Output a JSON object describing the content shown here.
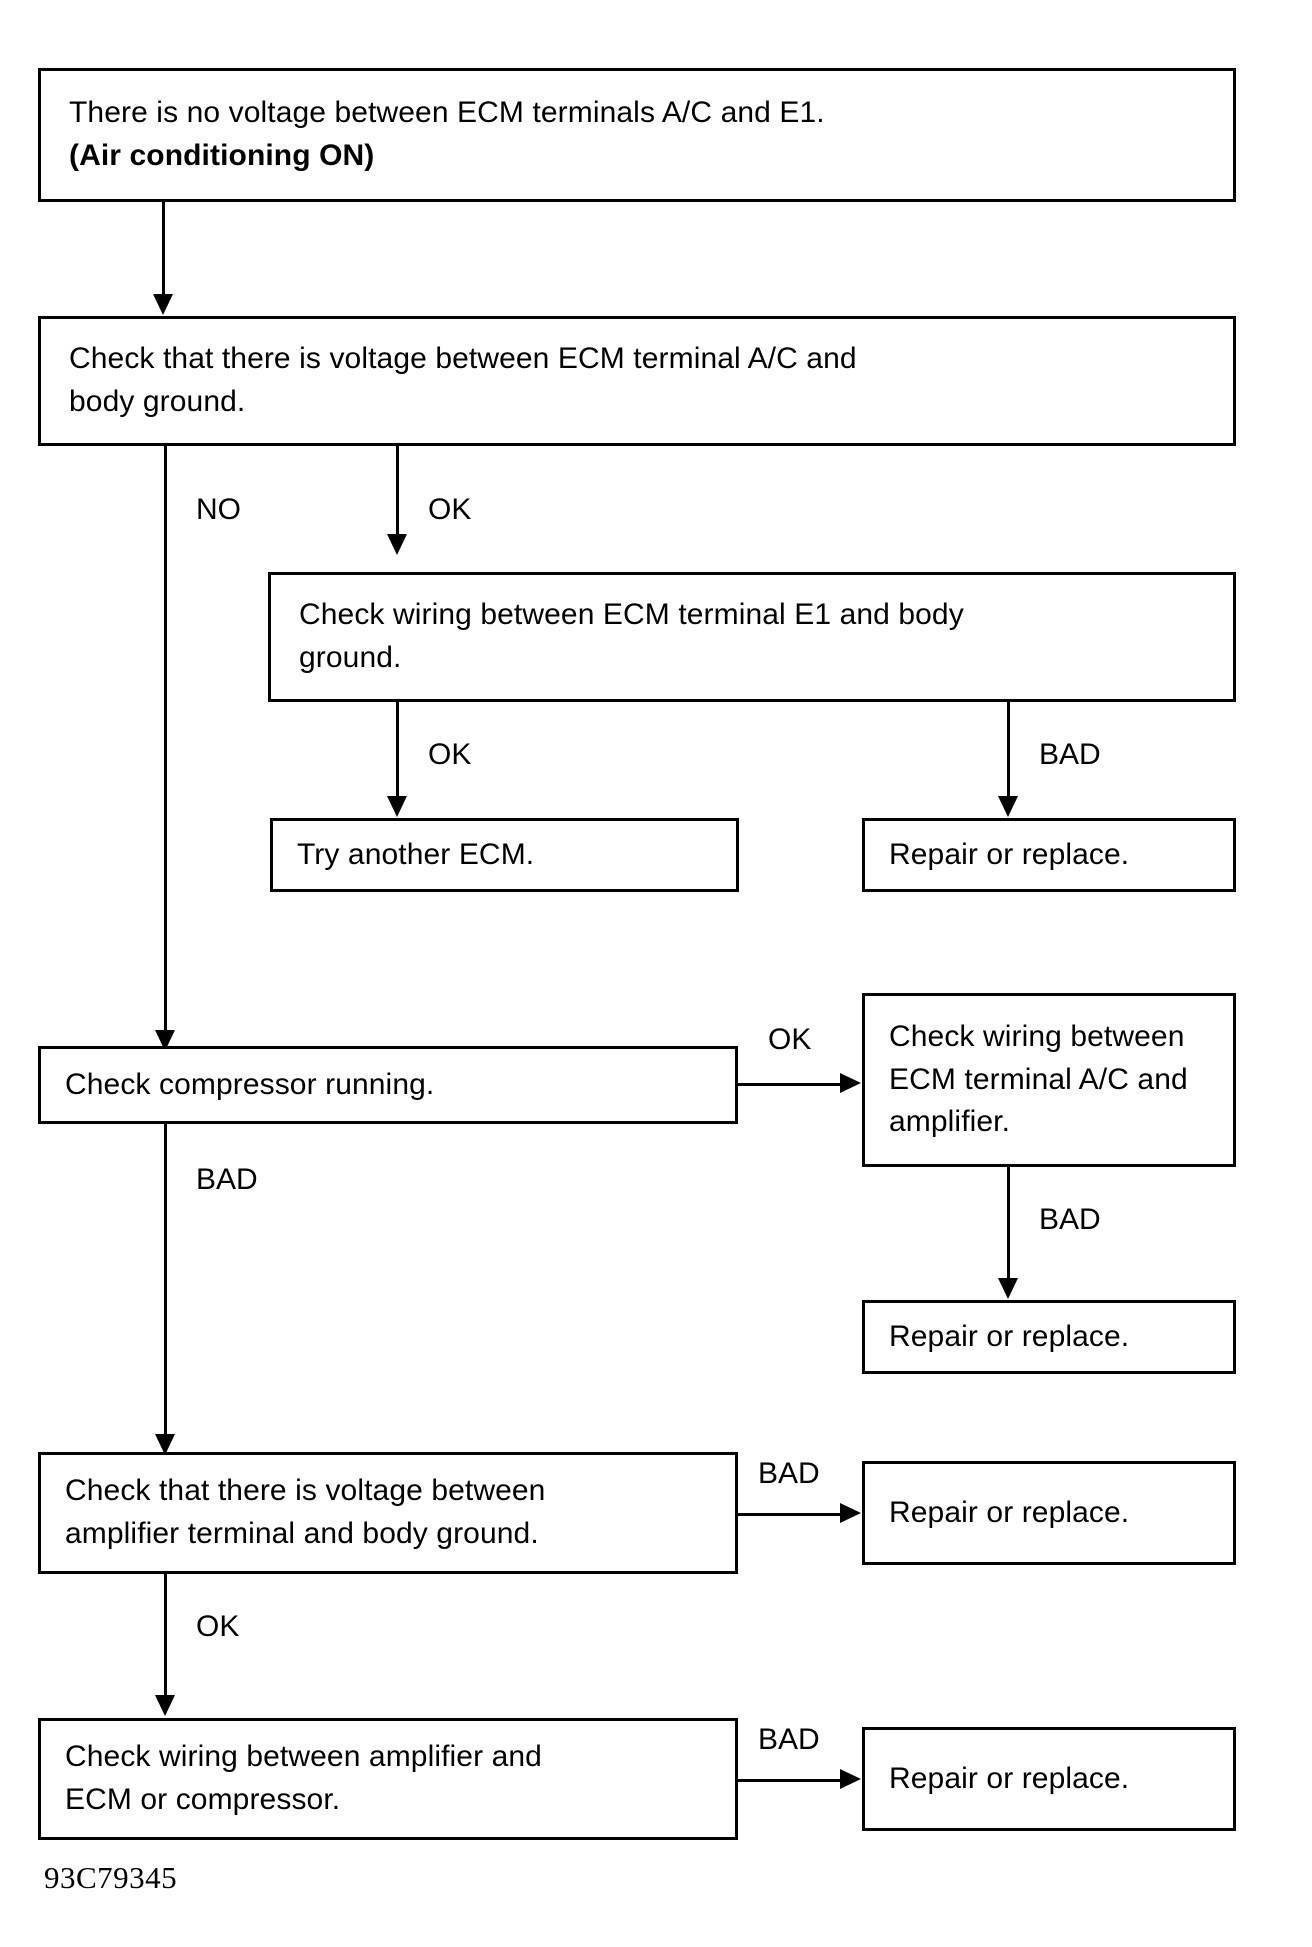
{
  "figure": {
    "kind": "troubleshooting-flowchart",
    "caption": "93C79345",
    "ink_color": "#000000",
    "background_color": "#ffffff"
  },
  "nodes": {
    "symptom": {
      "line1": "There is no voltage between ECM terminals A/C and E1.",
      "line2": "(Air conditioning ON)"
    },
    "check_voltage_ac_body_ground": "Check that there is voltage between ECM terminal A/C and\nbody ground.",
    "check_wiring_e1_body_ground": "Check wiring between ECM terminal E1 and body\nground.",
    "try_another_ecm": "Try another ECM.",
    "repair_or_replace_e1": "Repair or replace.",
    "check_compressor_running": "Check compressor running.",
    "check_wiring_ac_amplifier": "Check wiring between\nECM terminal A/C and\namplifier.",
    "repair_or_replace_amplifier_wiring": "Repair or replace.",
    "check_voltage_amplifier_body_ground": "Check that there is voltage between\namplifier terminal and body ground.",
    "repair_or_replace_amplifier_voltage": "Repair or replace.",
    "check_wiring_amplifier_ecm_compressor": "Check wiring between amplifier and\nECM or compressor.",
    "repair_or_replace_amplifier_ecm": "Repair or replace."
  },
  "edges": {
    "symptom_to_check_voltage": "",
    "check_voltage_no": "NO",
    "check_voltage_ok": "OK",
    "check_wiring_e1_ok": "OK",
    "check_wiring_e1_bad": "BAD",
    "compressor_ok": "OK",
    "compressor_bad": "BAD",
    "wiring_ac_amplifier_bad": "BAD",
    "amplifier_voltage_bad": "BAD",
    "amplifier_voltage_ok": "OK",
    "amplifier_wiring_bad": "BAD"
  }
}
